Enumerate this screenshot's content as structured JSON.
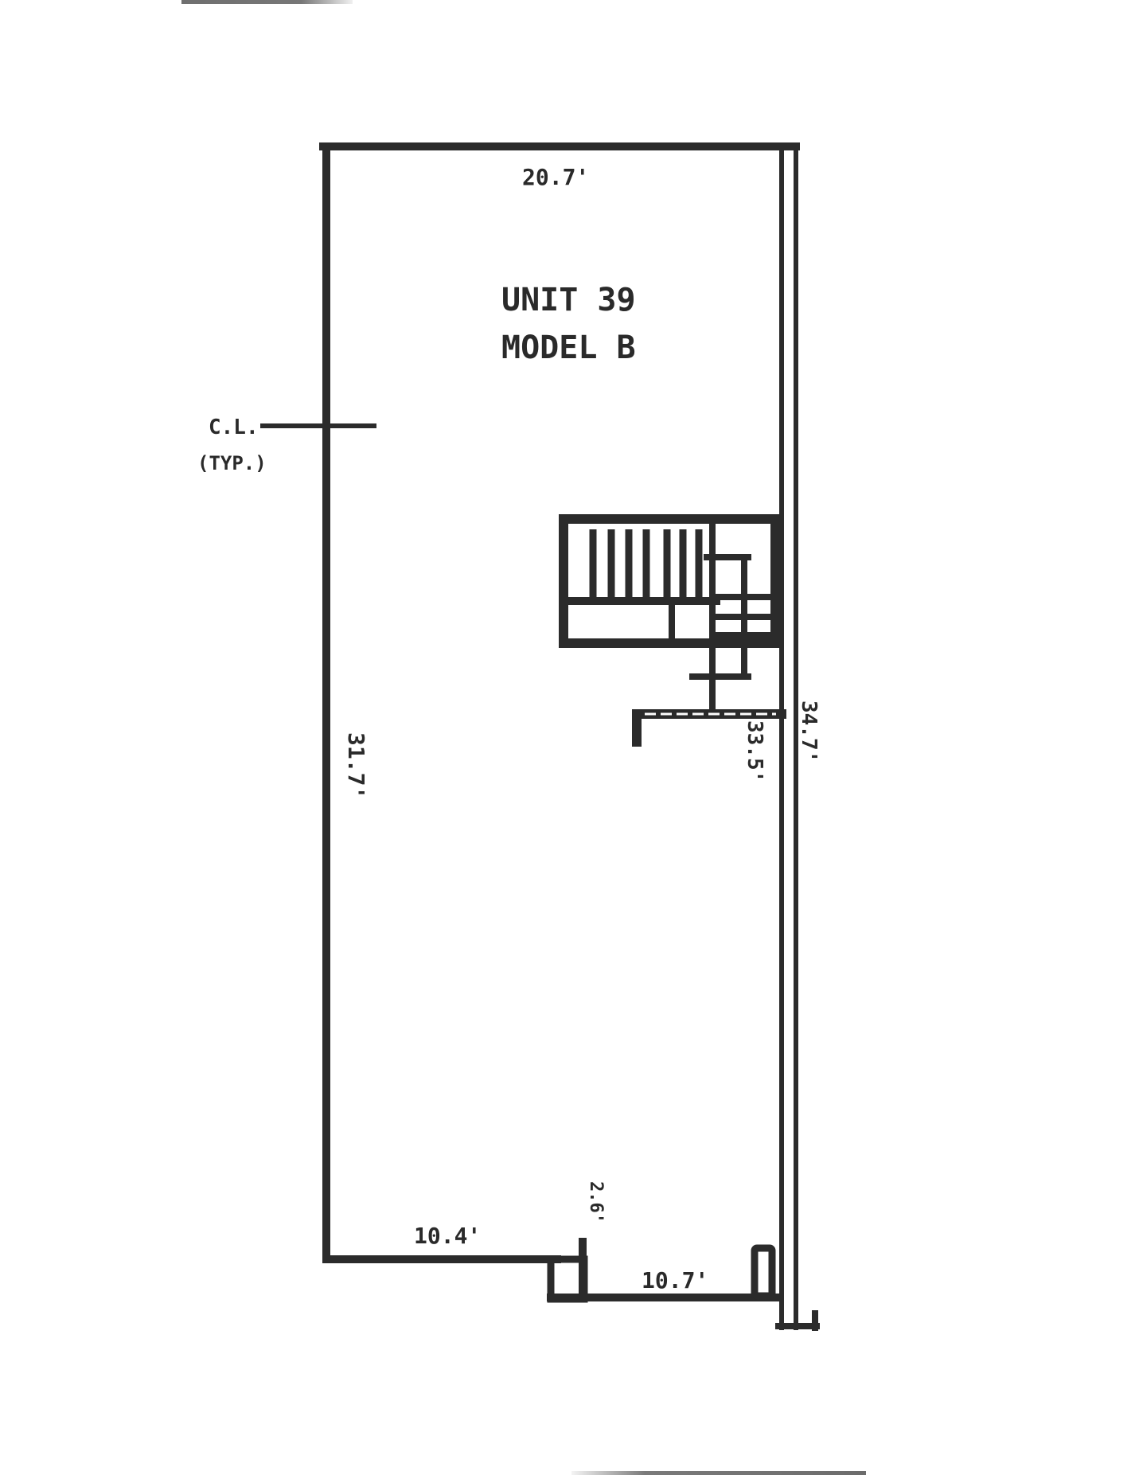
{
  "plan": {
    "unit_label": "UNIT 39",
    "model_label": "MODEL B",
    "dimensions": {
      "top_width": "20.7'",
      "left_length": "31.7'",
      "inner_right_length": "33.5'",
      "outer_right_length": "34.7'",
      "bottom_left_width": "10.4'",
      "bottom_right_width": "10.7'",
      "jog_depth": "2.6'"
    },
    "centerline_label": "C.L.",
    "centerline_note": "(TYP.)",
    "line_color": "#2b2b2b"
  }
}
